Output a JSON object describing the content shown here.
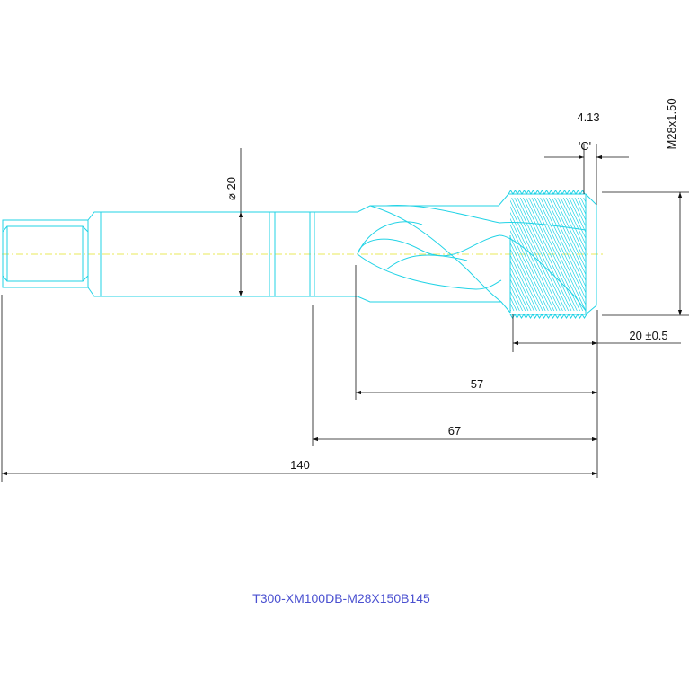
{
  "colors": {
    "tool_outline": "#22d3e6",
    "dimension": "#111111",
    "centerline": "#e8e85a",
    "title": "#4a50d0",
    "background": "#ffffff"
  },
  "dimensions": {
    "shank_diameter": "⌀ 20",
    "chamfer": "4.13",
    "chamfer_label": "'C'",
    "thread_spec": "M28x1.50",
    "thread_length": "20 ±0.5",
    "flute_length": "57",
    "neck_length": "67",
    "overall_length": "140"
  },
  "title": "T300-XM100DB-M28X150B145"
}
